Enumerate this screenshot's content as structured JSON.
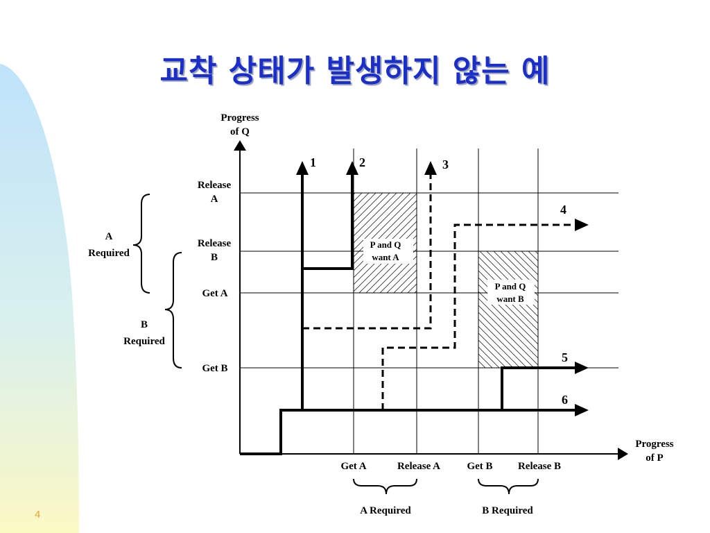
{
  "slide": {
    "title": "교착 상태가 발생하지 않는 예",
    "page_number": "4"
  },
  "diagram": {
    "y_axis_label": [
      "Progress",
      "of Q"
    ],
    "x_axis_label": [
      "Progress",
      "of P"
    ],
    "y_levels": {
      "release_a": [
        "Release",
        "A"
      ],
      "release_b": [
        "Release",
        "B"
      ],
      "get_a": "Get A",
      "get_b": "Get B"
    },
    "x_levels": {
      "get_a": "Get A",
      "release_a": "Release A",
      "get_b": "Get B",
      "release_b": "Release B"
    },
    "y_braces": {
      "a_required": [
        "A",
        "Required"
      ],
      "b_required": [
        "B",
        "Required"
      ]
    },
    "x_braces": {
      "a_required": "A Required",
      "b_required": "B Required"
    },
    "regions": {
      "p_q_want_a": [
        "P and Q",
        "want A"
      ],
      "p_q_want_b": [
        "P and Q",
        "want B"
      ]
    },
    "path_labels": [
      "1",
      "2",
      "3",
      "4",
      "5",
      "6"
    ]
  }
}
